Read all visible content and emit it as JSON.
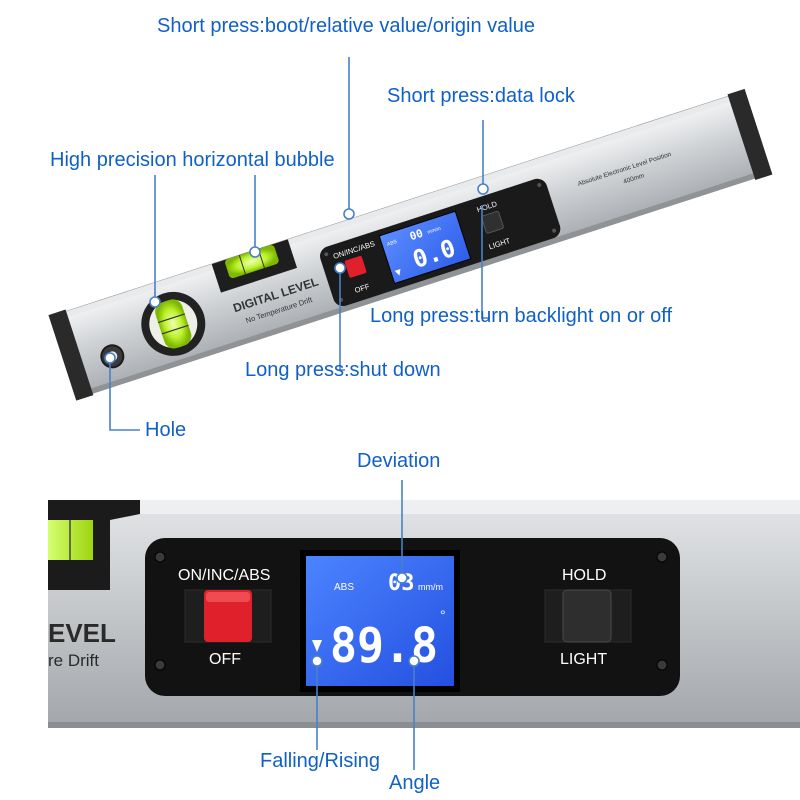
{
  "top_image": {
    "tool": {
      "brand_line1": "DIGITAL LEVEL",
      "brand_line2": "No Temperature Drift",
      "side_text1": "Absolute Electronic Level Position",
      "side_text2": "400mm",
      "btn_left_top": "ON/INC/ABS",
      "btn_left_bottom": "OFF",
      "btn_right_top": "HOLD",
      "btn_right_bottom": "LIGHT",
      "lcd_abs": "ABS",
      "lcd_small_value": "00",
      "lcd_unit": "mm/m",
      "lcd_big_value": "0.0"
    },
    "callouts": {
      "short_press_boot": "Short press:boot/relative value/origin value",
      "short_press_lock": "Short press:data lock",
      "bubble": "High precision horizontal bubble",
      "long_press_backlight": "Long  press:turn backlight on or off",
      "long_press_shutdown": "Long  press:shut down",
      "hole": "Hole"
    }
  },
  "bottom_image": {
    "tool": {
      "brand_partial1": "EVEL",
      "brand_partial2": "re Drift",
      "btn_left_top": "ON/INC/ABS",
      "btn_left_bottom": "OFF",
      "btn_right_top": "HOLD",
      "btn_right_bottom": "LIGHT",
      "lcd_abs": "ABS",
      "lcd_small_value": "03",
      "lcd_unit": "mm/m",
      "lcd_big_value": "89.8",
      "lcd_degree": "°"
    },
    "callouts": {
      "deviation": "Deviation",
      "falling_rising": "Falling/Rising",
      "angle": "Angle"
    }
  },
  "colors": {
    "callout_text": "#1060c8",
    "leader_line": "#4a80c8",
    "aluminum": "#c7cacd",
    "lcd_blue": "#3a6cf0",
    "red_button": "#e0202a",
    "bubble_green": "#b8f030"
  }
}
